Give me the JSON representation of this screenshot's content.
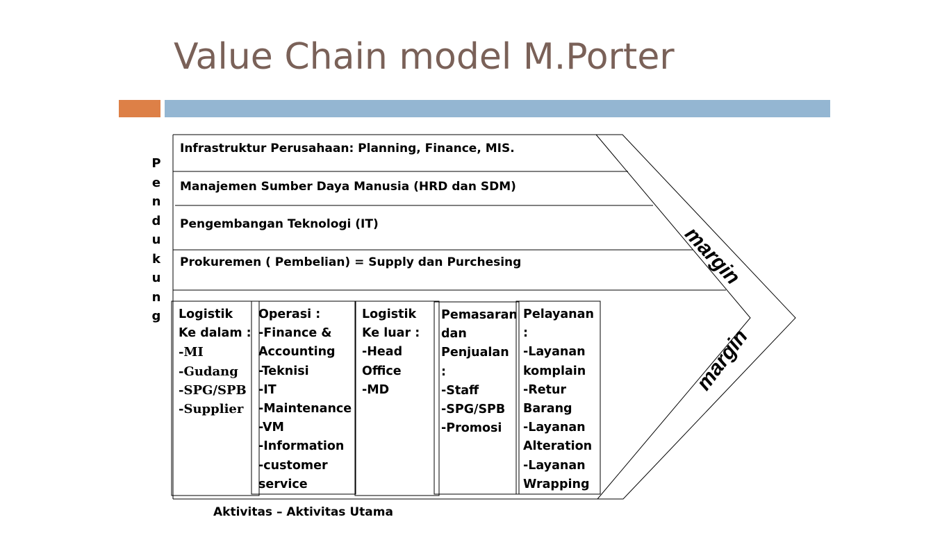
{
  "title": "Value Chain model M.Porter",
  "support_label": [
    "P",
    "e",
    "n",
    "d",
    "u",
    "k",
    "u",
    "n",
    "g"
  ],
  "support_rows": [
    "Infrastruktur Perusahaan: Planning, Finance, MIS.",
    "Manajemen Sumber Daya Manusia (HRD dan SDM)",
    "Pengembangan Teknologi (IT)",
    "Prokuremen ( Pembelian) = Supply dan Purchesing"
  ],
  "primary": [
    {
      "lines": [
        "Logistik",
        "Ke dalam :"
      ],
      "items": [
        "-MI",
        "-Gudang",
        "-SPG/SPB",
        "-Supplier"
      ]
    },
    {
      "lines": [
        "Operasi :",
        "-Finance &",
        "Accounting",
        "-Teknisi",
        "-IT",
        "-Maintenance",
        "-VM",
        "-Information",
        "-customer",
        "service"
      ]
    },
    {
      "lines": [
        "Logistik",
        "Ke luar :",
        "-Head",
        "Office",
        "-MD"
      ]
    },
    {
      "lines": [
        "Pemasaran",
        "dan",
        "Penjualan",
        ":",
        "-Staff",
        "-SPG/SPB",
        "-Promosi"
      ]
    },
    {
      "lines": [
        "Pelayanan",
        ":",
        "-Layanan",
        "komplain",
        "-Retur",
        "Barang",
        "-Layanan",
        "Alteration",
        "-Layanan",
        "Wrapping"
      ]
    }
  ],
  "margin_upper": "margin",
  "margin_lower": "margin",
  "footer": "Aktivitas – Aktivitas Utama"
}
